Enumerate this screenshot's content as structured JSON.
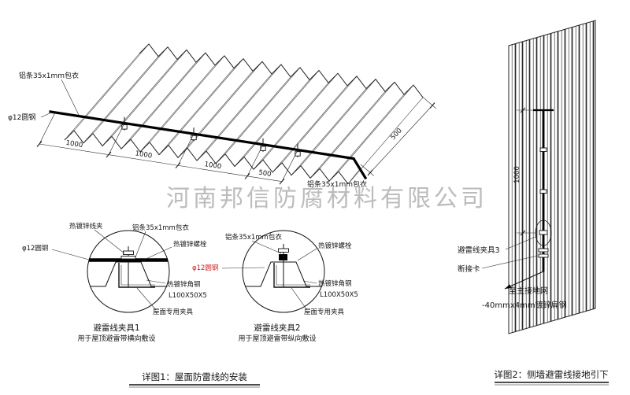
{
  "watermark": "河南邦信防腐材料有限公司",
  "main": {
    "strip_top": "铝条35x1mm包衣",
    "round_steel": "φ12圆钢",
    "strip_right": "铝条35x1mm包衣",
    "dim_1": "1000",
    "dim_2": "1000",
    "dim_3": "1000",
    "dim_4": "500",
    "dim_edge": "500"
  },
  "detail1": {
    "title": "避雷线夹具1",
    "subtitle": "用于屋顶避雷带横向敷设",
    "wire_clip": "热镀锌线夹",
    "strip": "铝条35x1mm包衣",
    "bolt": "热镀锌螺栓",
    "round_steel": "φ12圆钢",
    "angle_steel": "热镀锌角钢",
    "angle_size": "L100X50X5",
    "roof_clamp": "屋面专用夹具"
  },
  "detail2": {
    "title": "避雷线夹具2",
    "subtitle": "用于屋顶避雷带纵向敷设",
    "strip": "铝条35x1mm包衣",
    "bolt": "热镀锌螺栓",
    "round_steel": "φ12圆钢",
    "angle_steel": "热镀锌角钢",
    "angle_size": "L100X50X5",
    "roof_clamp": "屋面专用夹具"
  },
  "wall": {
    "dim": "1000",
    "clamp3": "避雷线夹具3",
    "disconnect": "断接卡",
    "to_ground": "至主接地网",
    "flat_steel": "-40mmx4mm镀锌扁钢"
  },
  "captions": {
    "detail1": "详图1：屋面防雷线的安装",
    "detail2": "详图2：侧墙避雷线接地引下"
  }
}
